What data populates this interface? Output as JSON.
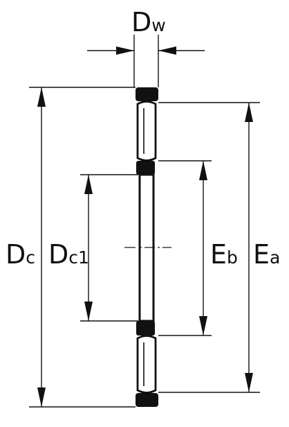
{
  "labels": {
    "dw": {
      "main": "D",
      "sub": "w"
    },
    "dc": {
      "main": "D",
      "sub": "c"
    },
    "dc1": {
      "main": "D",
      "sub": "c1"
    },
    "eb": {
      "main": "E",
      "sub": "b"
    },
    "ea": {
      "main": "E",
      "sub": "a"
    }
  },
  "colors": {
    "line": "#111111",
    "fill": "#111111",
    "background": "#ffffff"
  }
}
